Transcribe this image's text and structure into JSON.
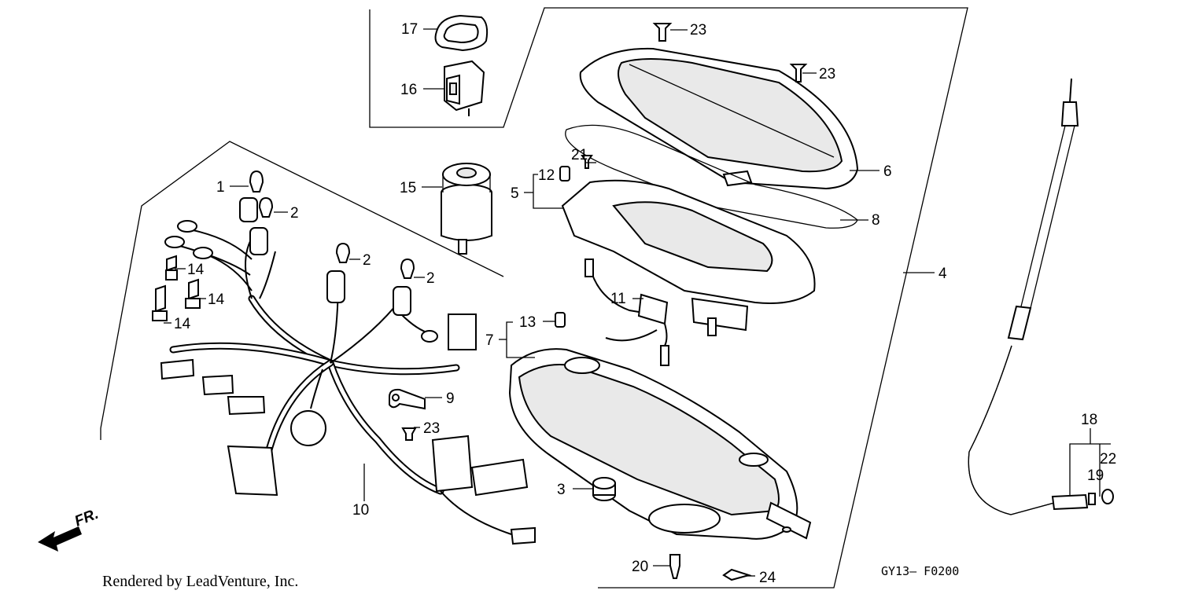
{
  "diagram": {
    "callouts": [
      {
        "id": "c1",
        "label": "1"
      },
      {
        "id": "c2a",
        "label": "2"
      },
      {
        "id": "c2b",
        "label": "2"
      },
      {
        "id": "c2c",
        "label": "2"
      },
      {
        "id": "c3",
        "label": "3"
      },
      {
        "id": "c4",
        "label": "4"
      },
      {
        "id": "c5",
        "label": "5"
      },
      {
        "id": "c6",
        "label": "6"
      },
      {
        "id": "c7",
        "label": "7"
      },
      {
        "id": "c8",
        "label": "8"
      },
      {
        "id": "c9",
        "label": "9"
      },
      {
        "id": "c10",
        "label": "10"
      },
      {
        "id": "c11",
        "label": "11"
      },
      {
        "id": "c12",
        "label": "12"
      },
      {
        "id": "c13",
        "label": "13"
      },
      {
        "id": "c14a",
        "label": "14"
      },
      {
        "id": "c14b",
        "label": "14"
      },
      {
        "id": "c14c",
        "label": "14"
      },
      {
        "id": "c15",
        "label": "15"
      },
      {
        "id": "c16",
        "label": "16"
      },
      {
        "id": "c17",
        "label": "17"
      },
      {
        "id": "c18",
        "label": "18"
      },
      {
        "id": "c19",
        "label": "19"
      },
      {
        "id": "c20",
        "label": "20"
      },
      {
        "id": "c21",
        "label": "21"
      },
      {
        "id": "c22",
        "label": "22"
      },
      {
        "id": "c23a",
        "label": "23"
      },
      {
        "id": "c23b",
        "label": "23"
      },
      {
        "id": "c23c",
        "label": "23"
      },
      {
        "id": "c24",
        "label": "24"
      }
    ],
    "direction_label": "FR.",
    "diagram_code": "GY13— F0200",
    "credit": "Rendered by LeadVenture, Inc."
  }
}
